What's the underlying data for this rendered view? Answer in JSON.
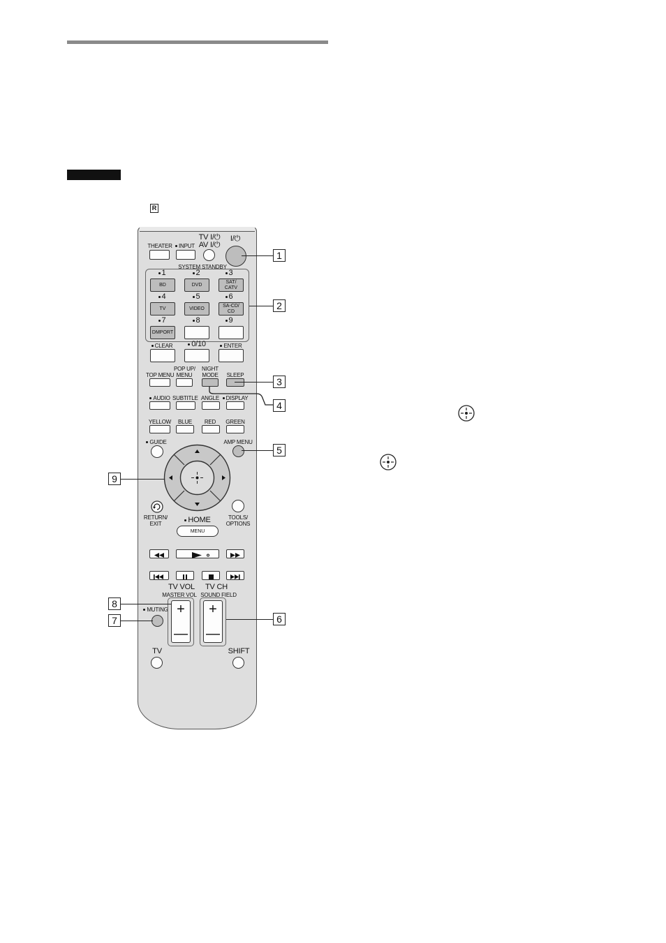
{
  "remote": {
    "top_row": {
      "theater": "THEATER",
      "input": "INPUT",
      "tv_power": "TV I/⏻",
      "av_power": "AV I/⏻",
      "power": "I/⏻",
      "system_standby": "SYSTEM STANDBY"
    },
    "numbers": [
      "1",
      "2",
      "3",
      "4",
      "5",
      "6",
      "7",
      "8",
      "9"
    ],
    "inputs": [
      "BD",
      "DVD",
      "SAT/\nCATV",
      "TV",
      "VIDEO",
      "SA-CD/\nCD",
      "DMPORT"
    ],
    "clear_row": {
      "clear": "CLEAR",
      "zero": "0/10",
      "enter": "ENTER"
    },
    "menu_row": {
      "top_menu": "TOP MENU",
      "popup": "POP UP/\nMENU",
      "night": "NIGHT\nMODE",
      "sleep": "SLEEP"
    },
    "audio_row": {
      "audio": "AUDIO",
      "subtitle": "SUBTITLE",
      "angle": "ANGLE",
      "display": "DISPLAY"
    },
    "color_row": {
      "yellow": "YELLOW",
      "blue": "BLUE",
      "red": "RED",
      "green": "GREEN"
    },
    "nav": {
      "guide": "GUIDE",
      "amp_menu": "AMP MENU",
      "return": "RETURN/\nEXIT",
      "tools": "TOOLS/\nOPTIONS",
      "home": "HOME",
      "menu": "MENU"
    },
    "volume": {
      "tv_vol": "TV VOL",
      "master_vol": "MASTER VOL",
      "tv_ch": "TV CH",
      "sound_field": "SOUND FIELD",
      "muting": "MUTING",
      "plus": "+",
      "minus": "—"
    },
    "bottom": {
      "tv": "TV",
      "shift": "SHIFT"
    }
  },
  "callouts": [
    "1",
    "2",
    "3",
    "4",
    "5",
    "6",
    "7",
    "8",
    "9"
  ]
}
